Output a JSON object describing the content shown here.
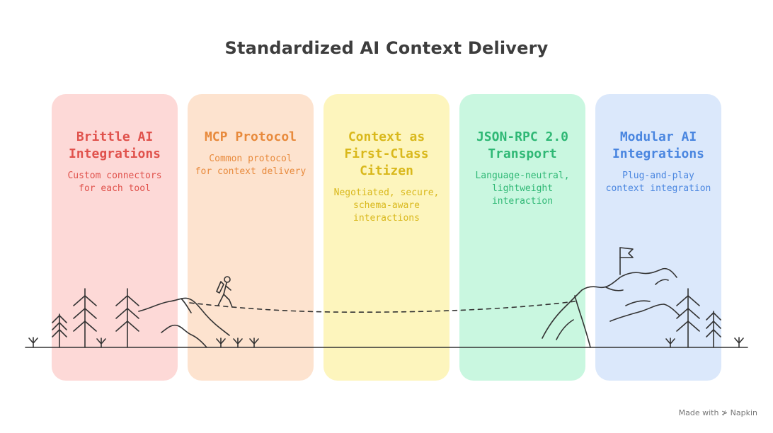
{
  "title": "Standardized AI Context Delivery",
  "panels": [
    {
      "title": "Brittle AI\nIntegrations",
      "description": "Custom connectors\nfor each tool",
      "bg": "#fdd9d7",
      "color": "#e0524c"
    },
    {
      "title": "MCP Protocol",
      "description": "Common protocol\nfor context delivery",
      "bg": "#fde3cf",
      "color": "#e88a3c"
    },
    {
      "title": "Context as\nFirst-Class\nCitizen",
      "description": "Negotiated, secure,\nschema-aware\ninteractions",
      "bg": "#fdf5bd",
      "color": "#d9b81c"
    },
    {
      "title": "JSON-RPC 2.0\nTransport",
      "description": "Language-neutral,\nlightweight\ninteraction",
      "bg": "#c9f7e0",
      "color": "#2fb875"
    },
    {
      "title": "Modular AI\nIntegrations",
      "description": "Plug-and-play\ncontext integration",
      "bg": "#dbe8fb",
      "color": "#4a86e0"
    }
  ],
  "footer": {
    "credit": "Made with ≯ Napkin"
  }
}
